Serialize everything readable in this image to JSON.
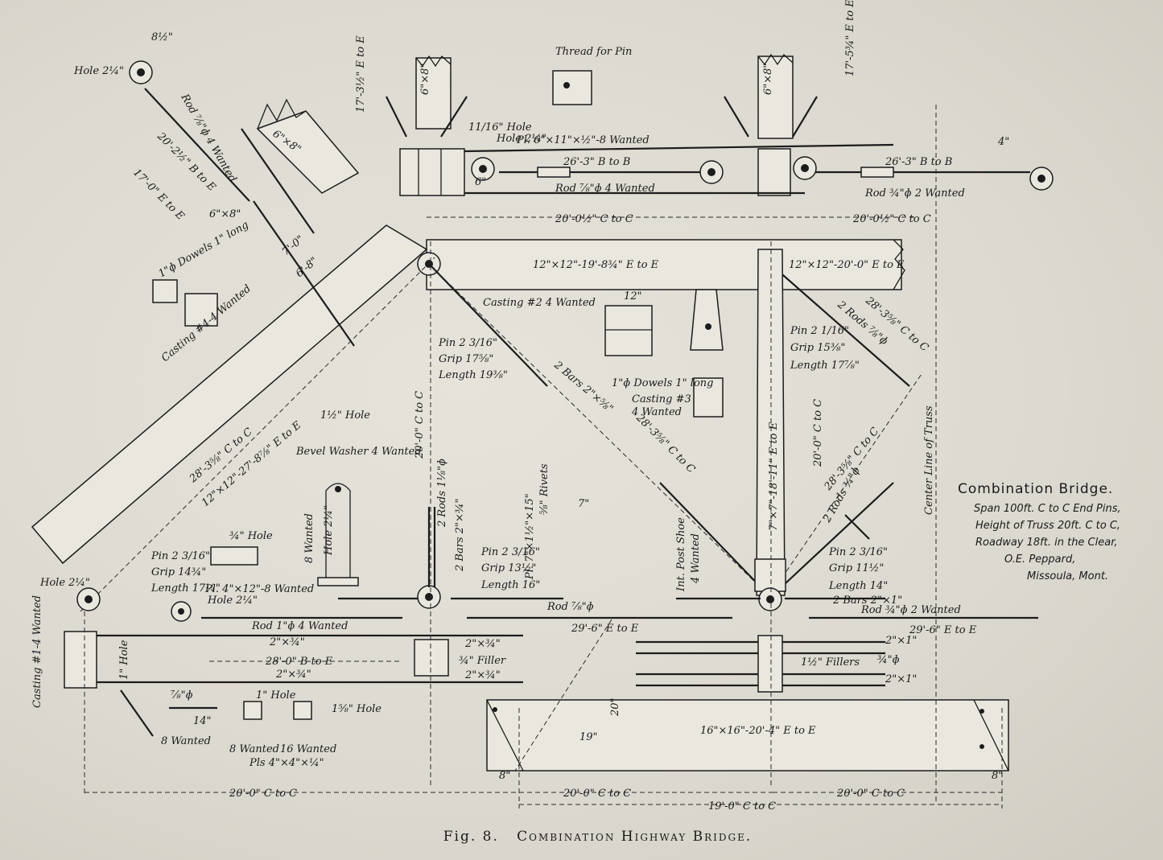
{
  "caption": {
    "fig": "Fig. 8.",
    "text": "Combination Highway Bridge."
  },
  "title_block": {
    "heading": "Combination Bridge.",
    "lines": [
      "Span 100ft. C to C End Pins,",
      "Height of Truss 20ft. C to C,",
      "Roadway 18ft. in the Clear,",
      "O.E. Peppard,",
      "Missoula, Mont."
    ]
  },
  "labels": {
    "hole_top": "Hole 2¼\"",
    "rod_top": "Rod ⅞\"ɸ 4 Wanted",
    "dim_20_2": "20'-2½\" B to E",
    "dim_17_0": "17'-0\" E to E",
    "dim_17_3": "17'-3½\" E to E",
    "timber_6x8_a": "6\"×8\"",
    "timber_6x8_b": "6\"×8\"",
    "thread_for_pin": "Thread for Pin",
    "pl_6x11": "Pl. 6\"×11\"×½\"-8 Wanted",
    "hole_11_16": "11/16\" Hole",
    "hole_2_14": "Hole 2¼\"",
    "dim_26_3_a": "26'-3\" B to B",
    "rod_78_4": "Rod ⅞\"ɸ 4 Wanted",
    "dim_26_3_b": "26'-3\" B to B",
    "rod_34_2": "Rod ¾\"ɸ 2 Wanted",
    "dim_17_5": "17'-5¾\" E to E",
    "cc_20_0_a": "20'-0½\" C to C",
    "cc_20_0_b": "20'-0½\" C to C",
    "top_chord": "12\"×12\"-19'-8¾\" E to E",
    "top_chord_b": "12\"×12\"-20'-0\" E to E",
    "dowels": "1\"ɸ Dowels 1\" long",
    "casting_4": "Casting #4-4 Wanted",
    "dim_7_0": "7'-0\"",
    "dim_6_8": "6'-8\"",
    "casting_2": "Casting #2 4 Wanted",
    "pin_a": "Pin 2 3/16\"",
    "grip_a": "Grip 17⅝\"",
    "length_a": "Length 19⅜\"",
    "bars_2x58": "2 Bars 2\"×⅝\"",
    "cc_28_3_a": "28'-3⅝\" C to C",
    "casting_3_dowels": "1\"ɸ Dowels 1\" long",
    "casting_3": "Casting #3",
    "casting_3_wanted": "4 Wanted",
    "pin_b": "Pin 2 1/16\"",
    "grip_b": "Grip 15⅜\"",
    "length_b": "Length 17⅞\"",
    "rods_2_78": "2 Rods ⅞\"ɸ",
    "cc_28_3_b": "28'-3⅝\" C to C",
    "post_b": "7\"×7\"-18'-11\" E to E",
    "cc_20_0_v": "20'-0\" C to C",
    "cc_28_3_c": "28'-3⅝\" C to C",
    "cc_28_3_d": "28'-3⅝\" C to C",
    "end_post": "12\"×12\"-27'-8⅞\" E to E",
    "hole_1_12": "1½\" Hole",
    "bevel_washer": "Bevel Washer 4 Wanted",
    "hole_2_14_b": "Hole 2¼\"",
    "wanted_8": "8 Wanted",
    "rods_2_118": "2 Rods 1⅛\"ɸ",
    "bars_2_34": "2 Bars 2\"×¾\"",
    "pin_c": "Pin 2 3/16\"",
    "grip_c": "Grip 13½\"",
    "length_c": "Length 16\"",
    "rivets": "⅝\" Rivets",
    "pl_7x1": "Pl. 7\"×1½\"×15\"",
    "int_post_shoe": "Int. Post Shoe",
    "shoe_wanted": "4 Wanted",
    "rods_34": "2 Rods ¾\"ɸ",
    "pin_d": "Pin 2 3/16\"",
    "grip_d": "Grip 11½\"",
    "length_d": "Length 14\"",
    "center_line": "Center Line of Truss",
    "pin_e": "Pin 2 3/16\"",
    "grip_e": "Grip 14¾\"",
    "length_e": "Length 17¼\"",
    "pl_4x12": "Pl. 4\"×12\"-8 Wanted",
    "hole_34": "¾\" Hole",
    "hole_2_14_c": "Hole 2¼\"",
    "hole_2_14_d": "Hole 2¼\"",
    "rod_1_4": "Rod 1\"ɸ 4 Wanted",
    "rod_78_b": "Rod ⅞\"ɸ",
    "ee_29_6_a": "29'-6\" E to E",
    "bars_2x1": "2 Bars 2\"×1\"",
    "rod_34_2b": "Rod ¾\"ɸ 2 Wanted",
    "ee_29_6_b": "29'-6\" E to E",
    "casting_1": "Casting #1-4 Wanted",
    "hole_1": "1\" Hole",
    "be_28_0": "28'-0\" B to E",
    "fill_2x34": "2\"×¾\"",
    "fill_2x34_b": "2\"×¾\"",
    "filler_34": "¾\" Filler",
    "fillers_112": "1½\" Fillers",
    "bar_2x1_a": "2\"×1\"",
    "bar_2x1_b": "2\"×1\"",
    "rod_34_small": "¾\"ɸ",
    "floor_beam": "16\"×16\"-20'-4\" E to E",
    "rod_78_c": "⅞\"ɸ",
    "wanted_8b": "8 Wanted",
    "hole_1_b": "1\" Hole",
    "hole_1_58": "1⅝\" Hole",
    "wanted_8c": "8 Wanted",
    "wanted_16": "16 Wanted",
    "pls_4x4": "Pls 4\"×4\"×¼\"",
    "dim_14": "14\"",
    "dim_19": "19\"",
    "dim_20": "20\"",
    "dim_8_a": "8\"",
    "dim_8_b": "8\"",
    "cc_20_0_c": "20'-0\" C to C",
    "cc_20_0_d": "20'-0\" C to C",
    "cc_20_0_e": "20'-0\" C to C",
    "cc_19_0": "19'-0\" C to C",
    "dim_12": "12\"",
    "dim_7": "7\"",
    "dim_6": "6\"",
    "dim_4": "4\"",
    "dim_8_top": "8½\""
  }
}
